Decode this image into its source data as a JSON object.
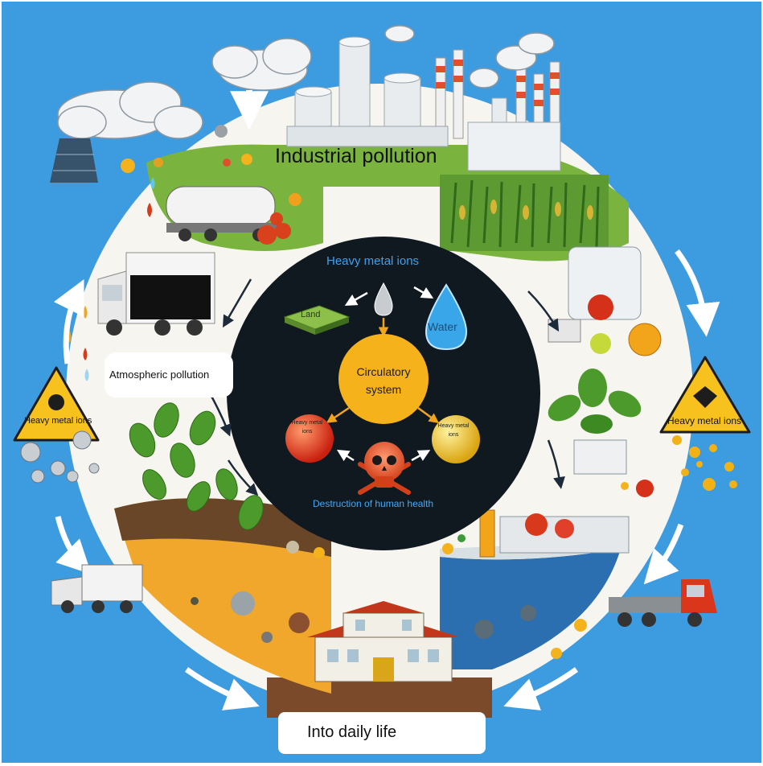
{
  "diagram": {
    "title_industrial": "Industrial pollution",
    "center": {
      "heavy_metal_ions": "Heavy metal ions",
      "land": "Land",
      "water": "Water",
      "circulatory_system": "Circulatory system",
      "small_sphere_red": "Heavy metal ions",
      "small_sphere_yellow": "Heavy metal ions",
      "destruction": "Destruction of human health"
    },
    "atmospheric_pollution": "Atmospheric pollution",
    "warning_left": "Heavy metal ions",
    "warning_right": "Heavy metal ions",
    "into_daily_life": "Into daily life"
  },
  "colors": {
    "background": "#3d9be0",
    "center_disc": "#101820",
    "circulatory": "#f6b21b",
    "sphere_red": "#e53a1a",
    "sphere_yellow": "#f2c62a",
    "skull": "#e2582d",
    "warning": "#f8c21e",
    "grass": "#6fa83a",
    "soil": "#f0a72b",
    "water": "#2b6fb0"
  },
  "icons": [
    "factory-icon",
    "cloud-icon",
    "truck-icon",
    "droplet-icon",
    "skull-icon",
    "warning-sign-icon",
    "plant-icon",
    "house-icon",
    "arrow-icon"
  ]
}
